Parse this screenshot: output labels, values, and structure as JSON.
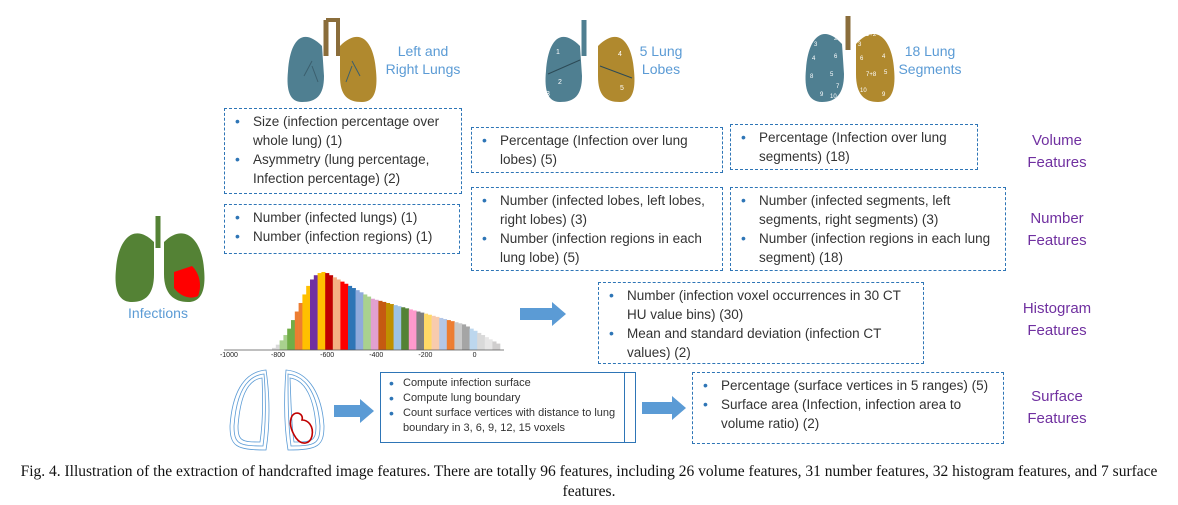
{
  "lungs": {
    "left_right_label": "Left and\nRight Lungs",
    "lobes_label": "5 Lung\nLobes",
    "segments_label": "18 Lung\nSegments",
    "infections_label": "Infections",
    "lobe_numbers": [
      "1",
      "2",
      "3",
      "4",
      "5"
    ],
    "segment_numbers": [
      "1",
      "2",
      "3",
      "4",
      "5",
      "6",
      "7",
      "8",
      "9",
      "10",
      "1+2",
      "3",
      "4",
      "5",
      "6",
      "7+8",
      "9",
      "10"
    ]
  },
  "categories": {
    "volume": "Volume\nFeatures",
    "number": "Number\nFeatures",
    "histogram": "Histogram\nFeatures",
    "surface": "Surface\nFeatures"
  },
  "boxes": {
    "volume_lungs": [
      "Size (infection percentage over whole lung) (1)",
      "Asymmetry (lung percentage, Infection percentage) (2)"
    ],
    "volume_lobes": [
      "Percentage (Infection over lung lobes) (5)"
    ],
    "volume_segments": [
      "Percentage (Infection over lung segments) (18)"
    ],
    "number_lungs": [
      "Number (infected lungs) (1)",
      "Number (infection regions) (1)"
    ],
    "number_lobes": [
      "Number (infected lobes, left lobes, right lobes) (3)",
      "Number (infection regions in each lung lobe) (5)"
    ],
    "number_segments": [
      "Number (infected segments, left segments, right segments) (3)",
      "Number (infection regions in each lung segment) (18)"
    ],
    "histogram": [
      "Number (infection voxel occurrences in 30 CT HU value bins) (30)",
      "Mean and standard deviation (infection CT values) (2)"
    ],
    "surface_compute": [
      "Compute infection surface",
      "Compute lung boundary",
      "Count surface vertices with distance to lung boundary in 3, 6, 9, 12, 15 voxels"
    ],
    "surface_features": [
      "Percentage (surface vertices in 5 ranges) (5)",
      "Surface area (Infection, infection area to volume ratio) (2)"
    ]
  },
  "chart_data": {
    "type": "bar",
    "x_ticks": [
      "-1000",
      "-800",
      "-600",
      "-400",
      "-200",
      "0"
    ],
    "xlim": [
      -1020,
      120
    ],
    "bin_values": [
      2,
      5,
      9,
      14,
      20,
      28,
      36,
      44,
      52,
      60,
      66,
      70,
      72,
      73,
      72,
      70,
      68,
      66,
      64,
      62,
      60,
      58,
      56,
      54,
      52,
      50,
      48,
      47,
      46,
      45,
      44,
      43,
      42,
      41,
      40,
      39,
      38,
      37,
      36,
      35,
      34,
      33,
      32,
      31,
      30,
      29,
      28,
      27,
      26,
      25,
      24,
      22,
      20,
      18,
      16,
      14,
      12,
      10,
      8,
      6
    ],
    "bin_colors": [
      "#d9d9d9",
      "#a9d18e",
      "#70ad47",
      "#ed7d31",
      "#ffc000",
      "#7030a0",
      "#ffc000",
      "#c00000",
      "#f4b183",
      "#ff0000",
      "#2e75b6",
      "#8faadc",
      "#a9d18e",
      "#e2a0cf",
      "#c55a11",
      "#bf9000",
      "#9dc3e6",
      "#548235",
      "#ff99cc",
      "#7f7f7f",
      "#ffd966",
      "#f8cbad",
      "#b4c7e7",
      "#ed7d31",
      "#c9c9c9",
      "#a5a5a5",
      "#bdd7ee",
      "#d9d9d9",
      "#e7e6e6",
      "#d0cece"
    ],
    "xlabel": "",
    "ylabel": "",
    "title": ""
  },
  "caption": "Fig. 4. Illustration of the extraction of handcrafted image features. There are totally 96 features, including 26 volume features, 31 number features, 32 histogram features, and 7 surface features."
}
